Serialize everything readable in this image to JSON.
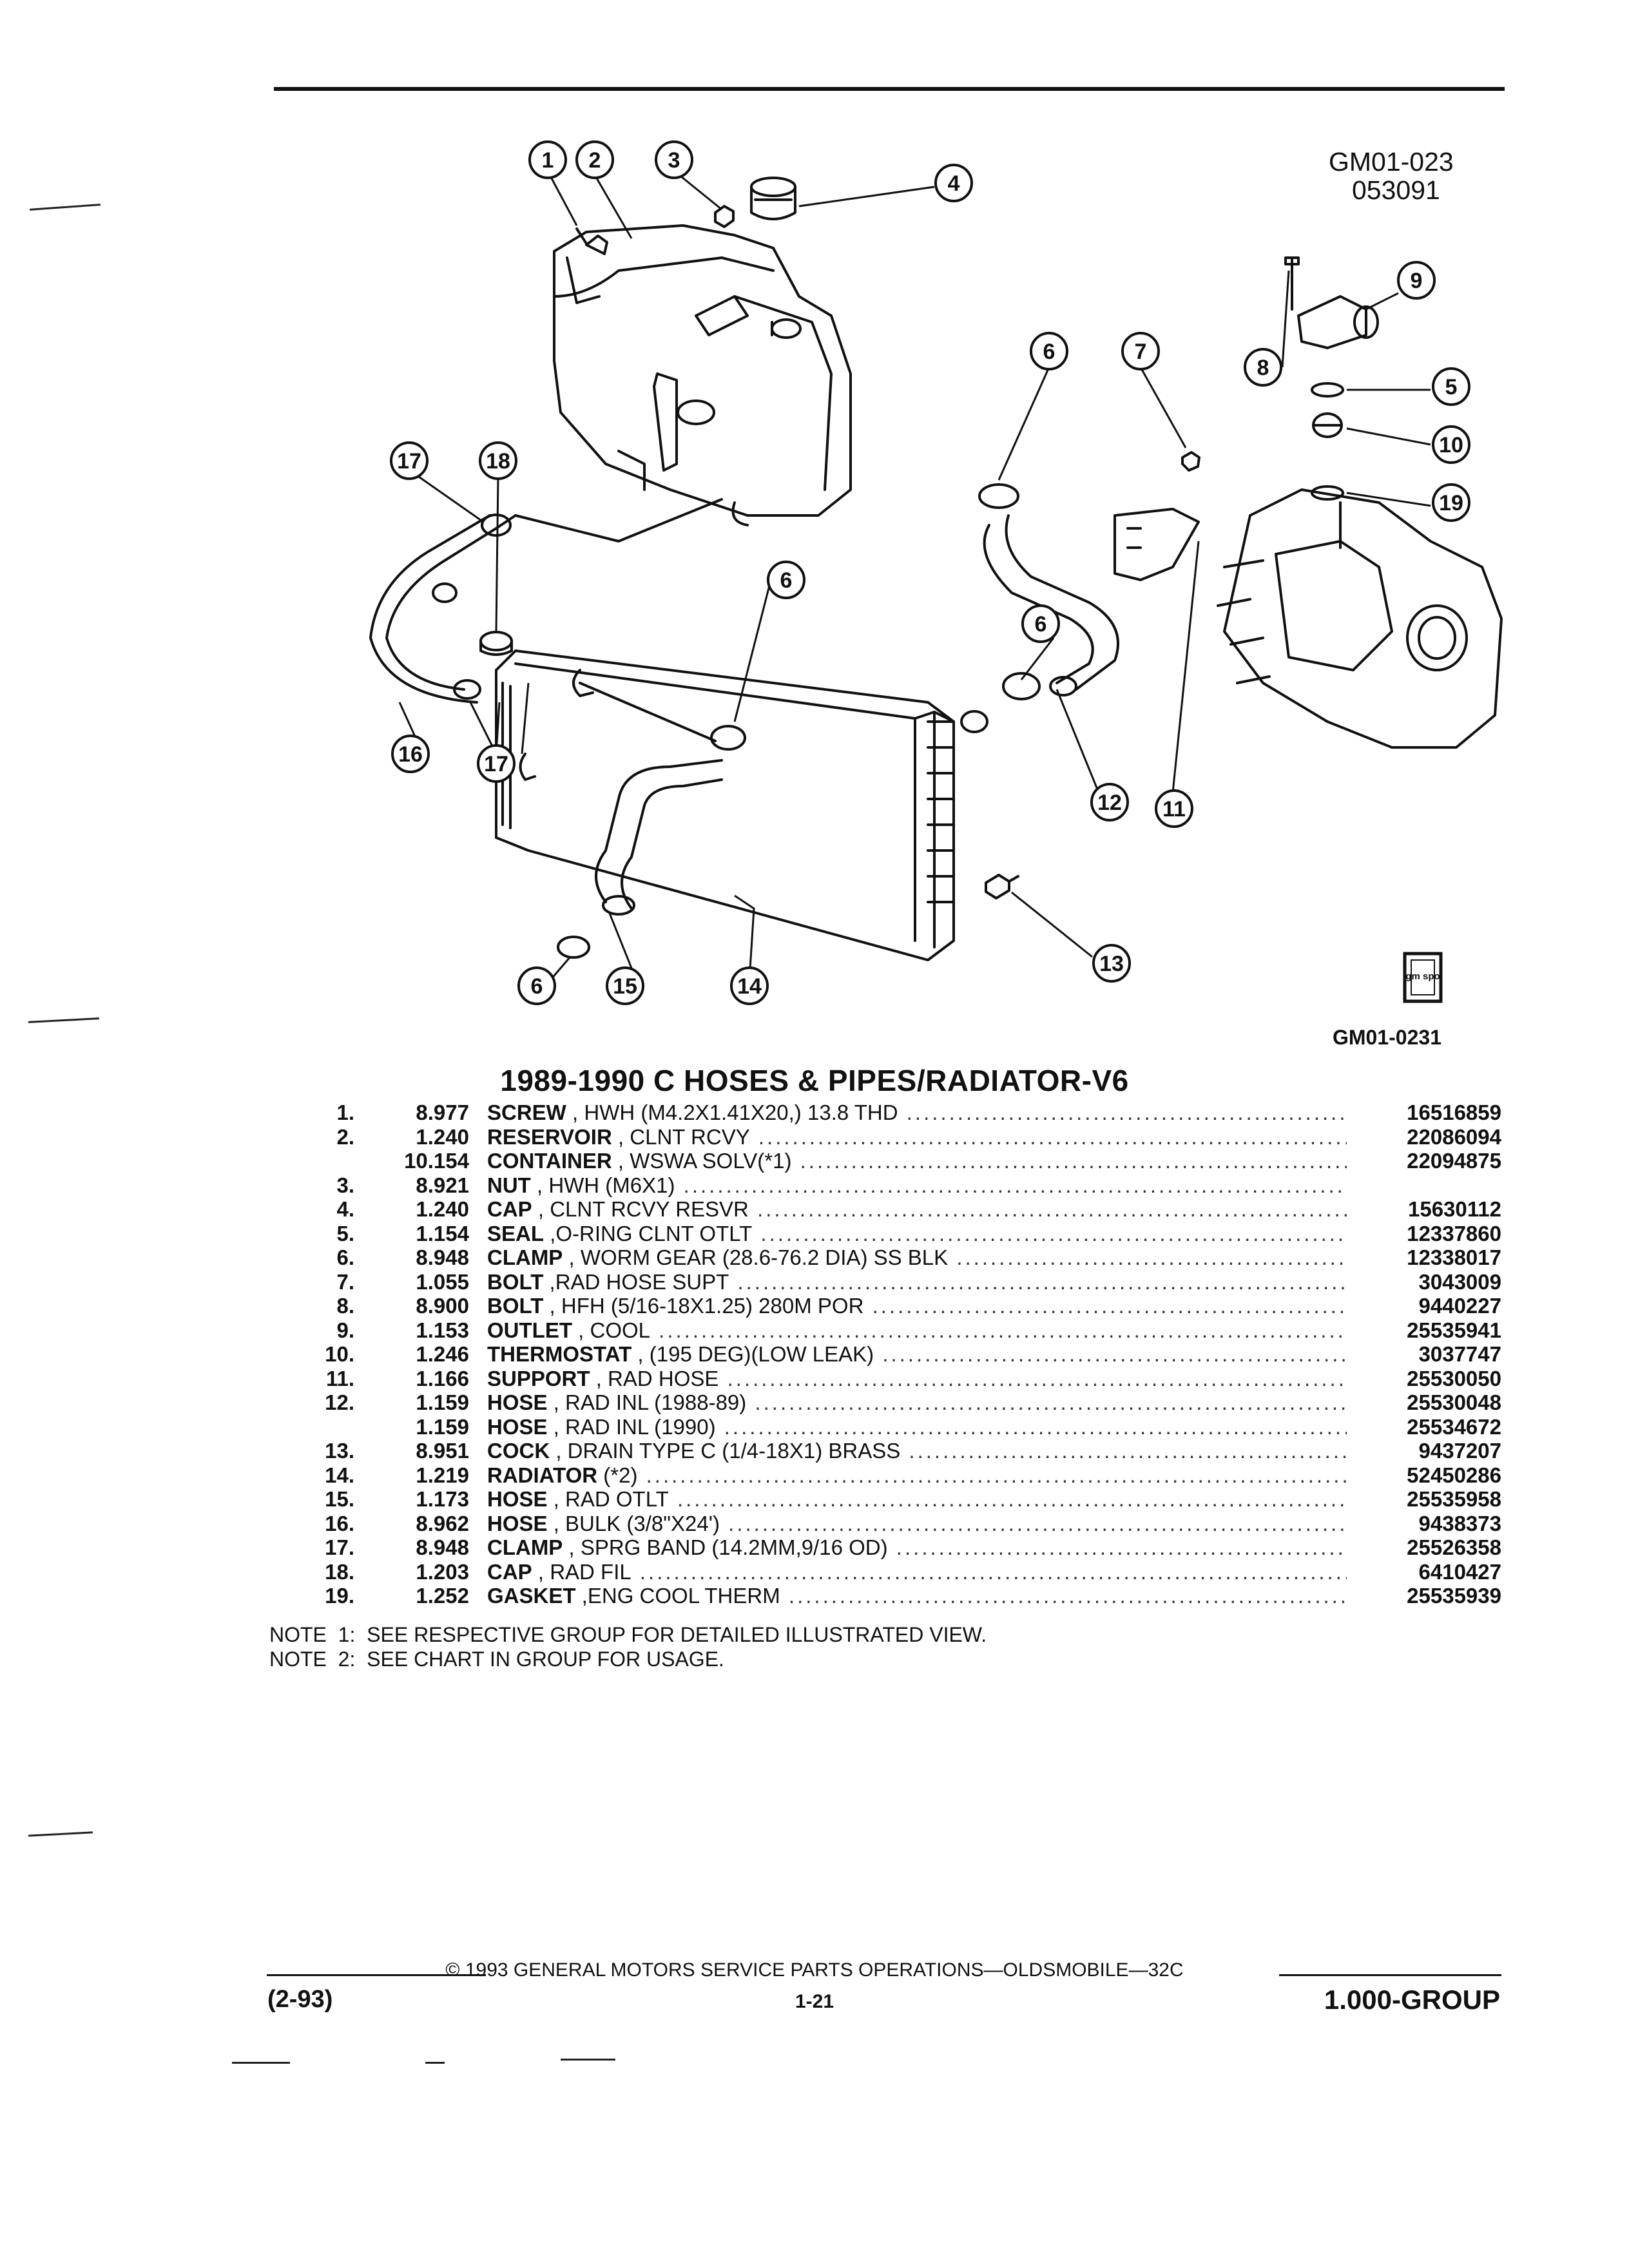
{
  "header": {
    "ref_code": "GM01-023",
    "ref_date": "053091",
    "illustration_code": "GM01-0231",
    "logo_text": "gm spo"
  },
  "callouts": [
    "1",
    "2",
    "3",
    "4",
    "5",
    "6",
    "7",
    "8",
    "9",
    "10",
    "11",
    "12",
    "13",
    "14",
    "15",
    "16",
    "17",
    "18",
    "19"
  ],
  "title": "1989-1990 C HOSES & PIPES/RADIATOR-V6",
  "parts": [
    {
      "num": "1.",
      "code": "8.977",
      "name": "SCREW",
      "spec": " , HWH (M4.2X1.41X20,) 13.8 THD",
      "part": "16516859"
    },
    {
      "num": "2.",
      "code": "1.240",
      "name": "RESERVOIR",
      "spec": " , CLNT RCVY",
      "part": "22086094"
    },
    {
      "num": "",
      "code": "10.154",
      "name": "CONTAINER",
      "spec": " , WSWA SOLV(*1)",
      "part": "22094875"
    },
    {
      "num": "3.",
      "code": "8.921",
      "name": "NUT",
      "spec": " , HWH (M6X1)",
      "part": ""
    },
    {
      "num": "4.",
      "code": "1.240",
      "name": "CAP",
      "spec": " , CLNT RCVY RESVR",
      "part": "15630112"
    },
    {
      "num": "5.",
      "code": "1.154",
      "name": "SEAL",
      "spec": " ,O-RING CLNT OTLT",
      "part": "12337860"
    },
    {
      "num": "6.",
      "code": "8.948",
      "name": "CLAMP",
      "spec": " , WORM GEAR (28.6-76.2 DIA) SS BLK",
      "part": "12338017"
    },
    {
      "num": "7.",
      "code": "1.055",
      "name": "BOLT",
      "spec": " ,RAD HOSE SUPT",
      "part": "3043009"
    },
    {
      "num": "8.",
      "code": "8.900",
      "name": "BOLT",
      "spec": " , HFH (5/16-18X1.25) 280M POR",
      "part": "9440227"
    },
    {
      "num": "9.",
      "code": "1.153",
      "name": "OUTLET",
      "spec": " , COOL",
      "part": "25535941"
    },
    {
      "num": "10.",
      "code": "1.246",
      "name": "THERMOSTAT",
      "spec": " , (195 DEG)(LOW LEAK)",
      "part": "3037747"
    },
    {
      "num": "11.",
      "code": "1.166",
      "name": "SUPPORT",
      "spec": " , RAD HOSE",
      "part": "25530050"
    },
    {
      "num": "12.",
      "code": "1.159",
      "name": "HOSE",
      "spec": " , RAD INL (1988-89)",
      "part": "25530048"
    },
    {
      "num": "",
      "code": "1.159",
      "name": "HOSE",
      "spec": " , RAD INL (1990)",
      "part": "25534672"
    },
    {
      "num": "13.",
      "code": "8.951",
      "name": "COCK",
      "spec": " , DRAIN TYPE C (1/4-18X1) BRASS",
      "part": "9437207"
    },
    {
      "num": "14.",
      "code": "1.219",
      "name": "RADIATOR",
      "spec": " (*2)",
      "part": "52450286"
    },
    {
      "num": "15.",
      "code": "1.173",
      "name": "HOSE",
      "spec": " , RAD OTLT",
      "part": "25535958"
    },
    {
      "num": "16.",
      "code": "8.962",
      "name": "HOSE",
      "spec": " , BULK (3/8\"X24')",
      "part": "9438373"
    },
    {
      "num": "17.",
      "code": "8.948",
      "name": "CLAMP",
      "spec": " , SPRG BAND (14.2MM,9/16 OD)",
      "part": "25526358"
    },
    {
      "num": "18.",
      "code": "1.203",
      "name": "CAP",
      "spec": " , RAD FIL",
      "part": "6410427"
    },
    {
      "num": "19.",
      "code": "1.252",
      "name": "GASKET",
      "spec": " ,ENG COOL THERM",
      "part": "25535939"
    }
  ],
  "notes": [
    "NOTE  1:  SEE RESPECTIVE GROUP FOR DETAILED ILLUSTRATED VIEW.",
    "NOTE  2:  SEE CHART IN GROUP FOR USAGE."
  ],
  "footer": {
    "copyright": "© 1993 GENERAL MOTORS SERVICE PARTS OPERATIONS—OLDSMOBILE—32C",
    "date": "(2-93)",
    "page": "1-21",
    "group": "1.000-GROUP"
  },
  "colors": {
    "ink": "#111111",
    "paper": "#ffffff"
  }
}
